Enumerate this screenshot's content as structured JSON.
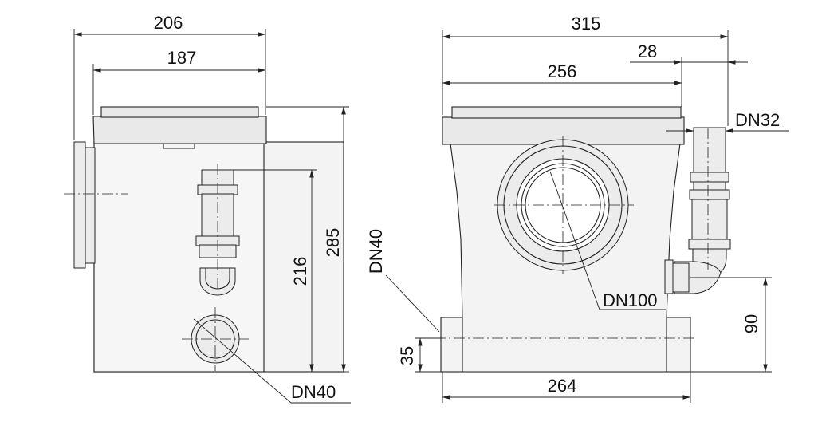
{
  "side_view": {
    "width_overall": "206",
    "width_body": "187",
    "height_overall": "285",
    "height_inlet": "216",
    "inlet_label": "DN40"
  },
  "front_view": {
    "width_overall": "315",
    "width_lid": "256",
    "pipe_offset": "28",
    "outlet_label": "DN32",
    "inlet_large_label": "DN100",
    "inlet_small_label": "DN40",
    "base_width": "264",
    "base_height": "35",
    "side_inlet_height": "90"
  }
}
